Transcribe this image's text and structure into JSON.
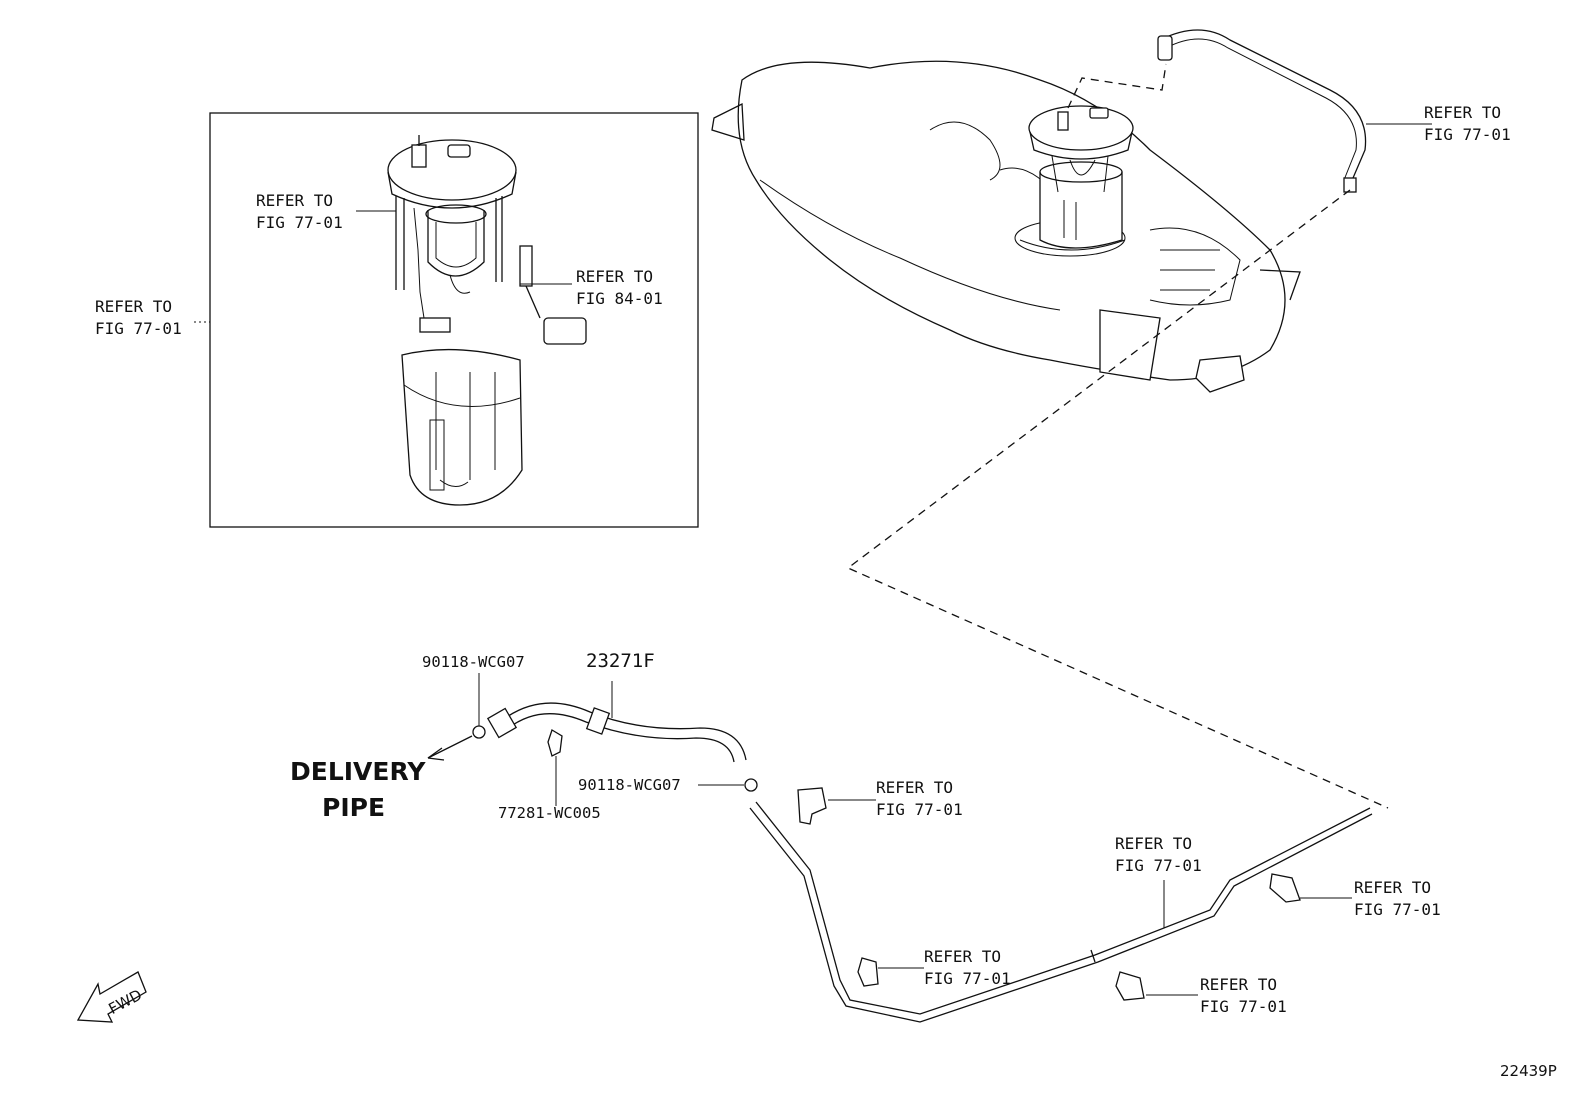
{
  "refer_labels": [
    {
      "line1": "REFER TO",
      "line2": "FIG 77-01"
    },
    {
      "line1": "REFER TO",
      "line2": "FIG 77-01"
    },
    {
      "line1": "REFER TO",
      "line2": "FIG 84-01"
    },
    {
      "line1": "REFER TO",
      "line2": "FIG 77-01"
    },
    {
      "line1": "REFER TO",
      "line2": "FIG 77-01"
    },
    {
      "line1": "REFER TO",
      "line2": "FIG 77-01"
    },
    {
      "line1": "REFER TO",
      "line2": "FIG 77-01"
    },
    {
      "line1": "REFER TO",
      "line2": "FIG 77-01"
    },
    {
      "line1": "REFER TO",
      "line2": "FIG 77-01"
    }
  ],
  "part_numbers": {
    "clamp_upper": "90118-WCG07",
    "hose": "23271F",
    "clamp_lower": "90118-WCG07",
    "clip": "77281-WC005"
  },
  "delivery_pipe": {
    "line1": "DELIVERY",
    "line2": "PIPE"
  },
  "fwd_label": "FWD",
  "figure_code": "22439P"
}
